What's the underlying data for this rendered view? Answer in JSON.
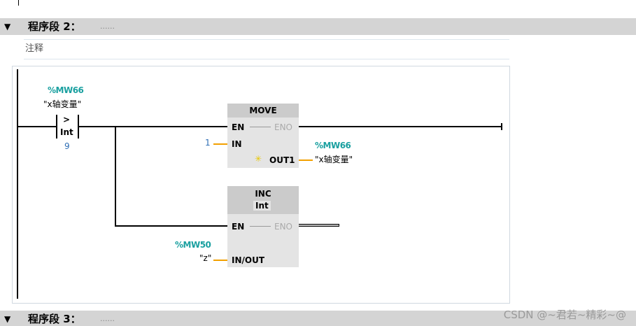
{
  "network2": {
    "collapse_icon": "triangle-down-icon",
    "title": "程序段 2：",
    "title_dots": "......",
    "comment": "注释",
    "compare": {
      "operand1_address": "%MW66",
      "operand1_symbol": "\"x轴变量\"",
      "op": ">",
      "type": "Int",
      "operand2": "9"
    },
    "move_block": {
      "name": "MOVE",
      "en": "EN",
      "eno": "ENO",
      "in": "IN",
      "in_value": "1",
      "out": "OUT1",
      "out_address": "%MW66",
      "out_symbol": "\"x轴变量\""
    },
    "inc_block": {
      "name": "INC",
      "type": "Int",
      "en": "EN",
      "eno": "ENO",
      "inout": "IN/OUT",
      "inout_address": "%MW50",
      "inout_symbol": "\"z\""
    }
  },
  "network3": {
    "collapse_icon": "triangle-down-icon",
    "title": "程序段 3：",
    "title_dots": "......"
  },
  "watermark": "CSDN @~君若~精彩~@"
}
